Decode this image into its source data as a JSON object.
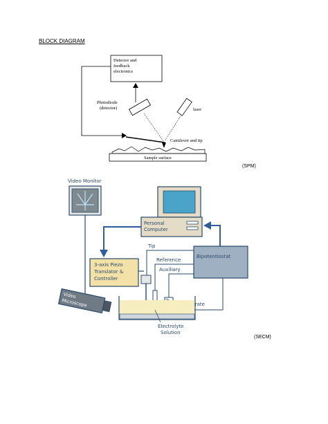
{
  "page": {
    "heading": "BLOCK DIAGRAM",
    "spm_caption": "(SPM)",
    "secm_caption": "(SECM)"
  },
  "spm": {
    "detector_box": [
      "Detector and",
      "feedback",
      "electronics"
    ],
    "photodiode": [
      "Photodiode",
      "(detector)"
    ],
    "laser": "laser",
    "cantilever": "Cantilever and tip",
    "sample_surface": "Sample surface"
  },
  "secm": {
    "video_monitor": "Video Monitor",
    "personal_computer": [
      "Personal",
      "Computer"
    ],
    "piezo": [
      "3-axis Piezo",
      "Translator &",
      "Controller"
    ],
    "bipotentiostat": "Bipotentiostat",
    "tip": "Tip",
    "reference": "Reference",
    "auxiliary": "Auxiliary",
    "substrate": "Substrate",
    "electrolyte": [
      "Electrolyte",
      "Solution"
    ],
    "video_microscope": [
      "Video",
      "Microscope"
    ]
  },
  "colors": {
    "secm_line": "#2a4a6a",
    "piezo_fill": "#f3e1a8",
    "bipot_fill": "#9fb0c3",
    "computer_fill": "#e4dcc6",
    "screen_fill": "#4aa3c8",
    "arrow_blue": "#2f5e9a"
  }
}
